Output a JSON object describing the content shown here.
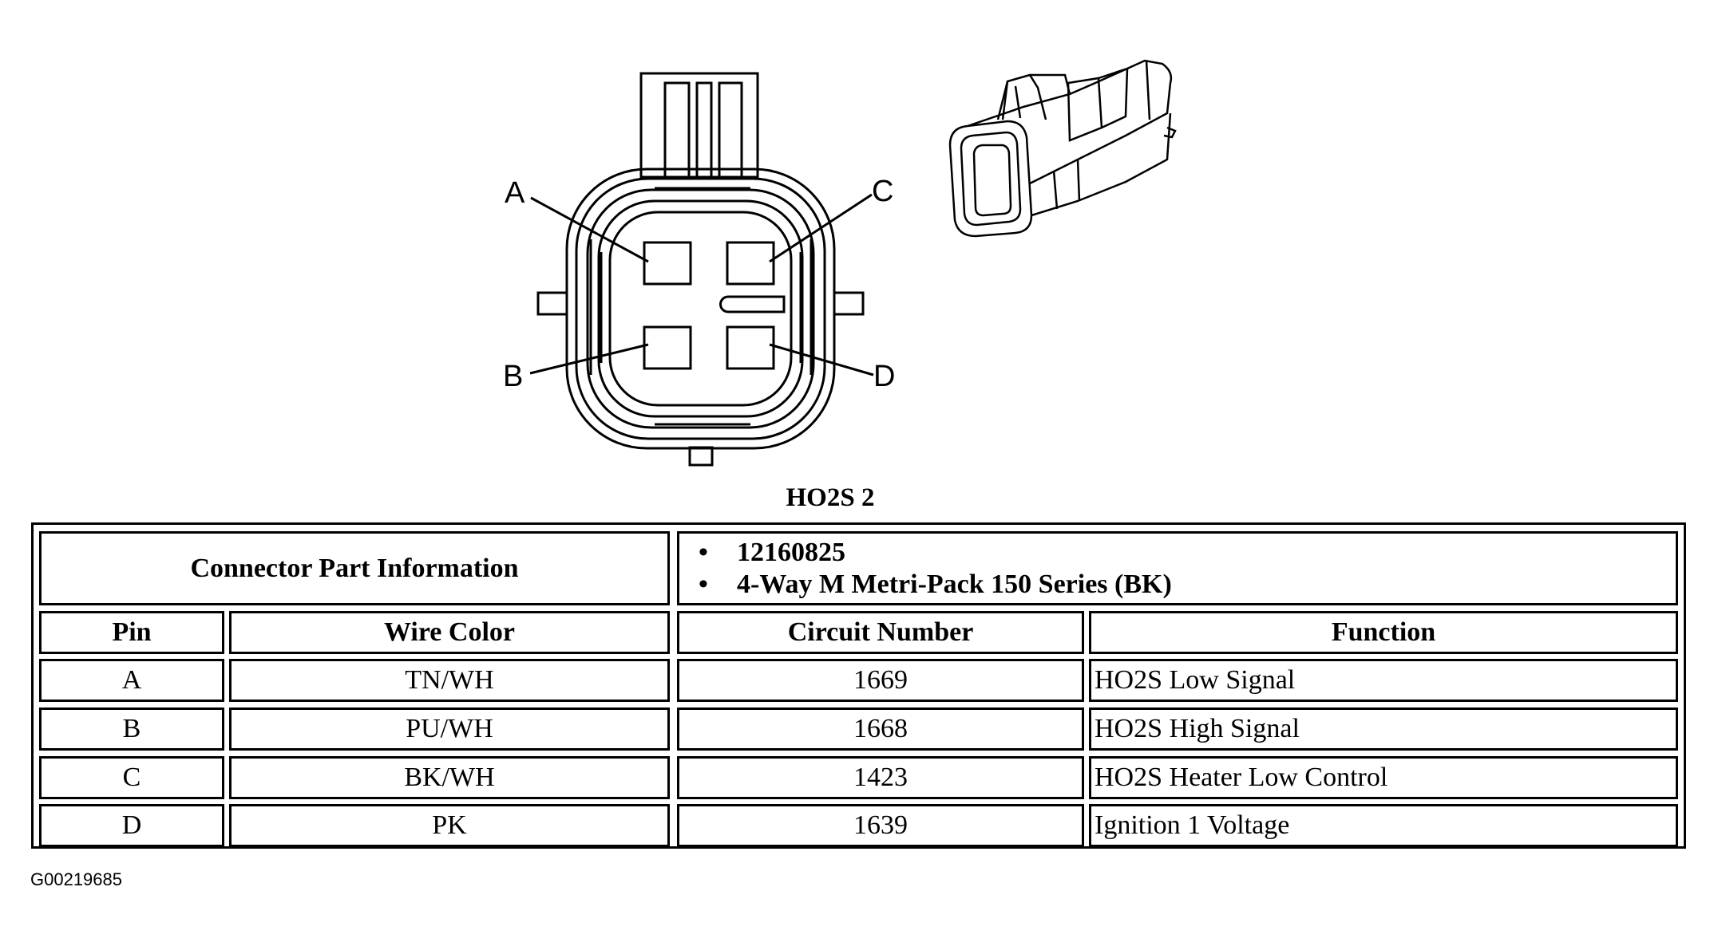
{
  "connector": {
    "pin_labels": [
      "A",
      "B",
      "C",
      "D"
    ],
    "caption": "HO2S 2"
  },
  "table": {
    "part_info_label": "Connector Part Information",
    "part_info_values": [
      "12160825",
      "4-Way M Metri-Pack 150 Series (BK)"
    ],
    "headers": [
      "Pin",
      "Wire Color",
      "Circuit Number",
      "Function"
    ],
    "rows": [
      [
        "A",
        "TN/WH",
        "1669",
        "HO2S Low Signal"
      ],
      [
        "B",
        "PU/WH",
        "1668",
        "HO2S High Signal"
      ],
      [
        "C",
        "BK/WH",
        "1423",
        "HO2S Heater Low Control"
      ],
      [
        "D",
        "PK",
        "1639",
        "Ignition 1 Voltage"
      ]
    ]
  },
  "figure_code": "G00219685"
}
